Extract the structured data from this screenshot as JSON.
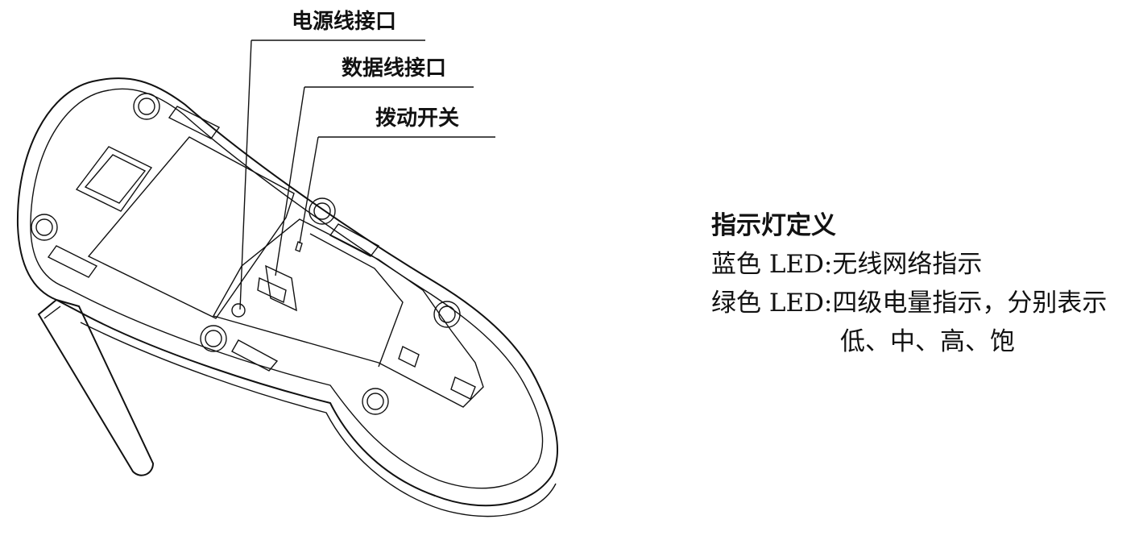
{
  "callouts": {
    "power_port": "电源线接口",
    "data_port": "数据线接口",
    "toggle_switch": "拨动开关"
  },
  "legend": {
    "title": "指示灯定义",
    "blue_key": "蓝色 LED:",
    "blue_value": "无线网络指示",
    "green_key": "绿色  LED:",
    "green_value": "四级电量指示，分别表示",
    "green_value_cont": "低、中、高、饱"
  }
}
